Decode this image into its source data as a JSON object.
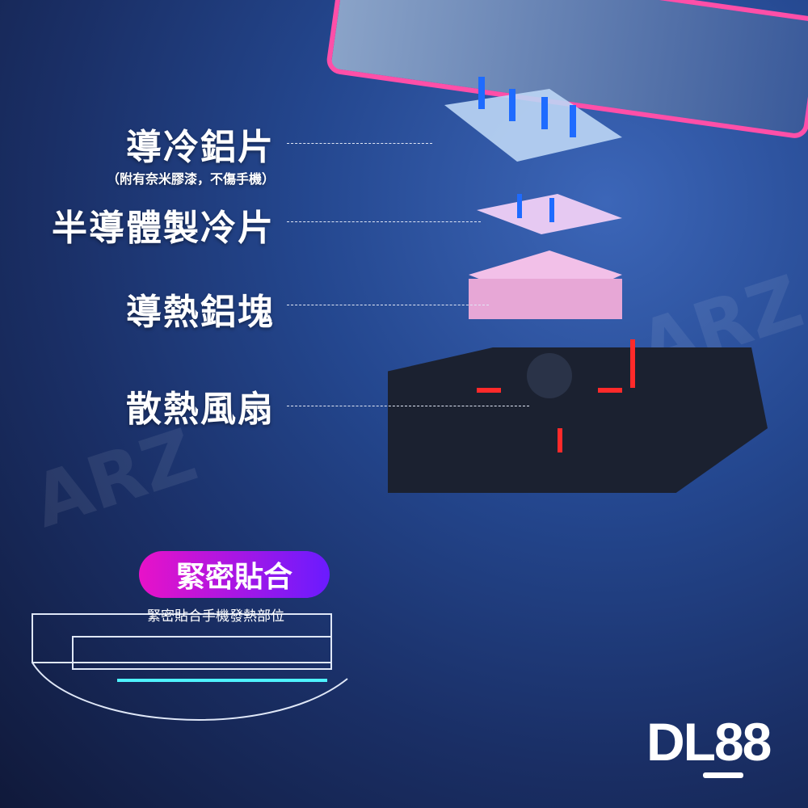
{
  "labels": {
    "cooling_plate": "導冷鋁片",
    "cooling_plate_note": "（附有奈米膠漆，不傷手機）",
    "semiconductor": "半導體製冷片",
    "heat_block": "導熱鋁塊",
    "fan": "散熱風扇"
  },
  "badge": {
    "title": "緊密貼合",
    "subtitle": "緊密貼合手機發熱部位"
  },
  "logo": {
    "text": "DL88"
  },
  "watermark": "ARZ",
  "colors": {
    "pill_start": "#e812c8",
    "pill_end": "#6a1bff",
    "arrow_up": "#1e6bff",
    "arrow_out": "#ff2a2a"
  }
}
